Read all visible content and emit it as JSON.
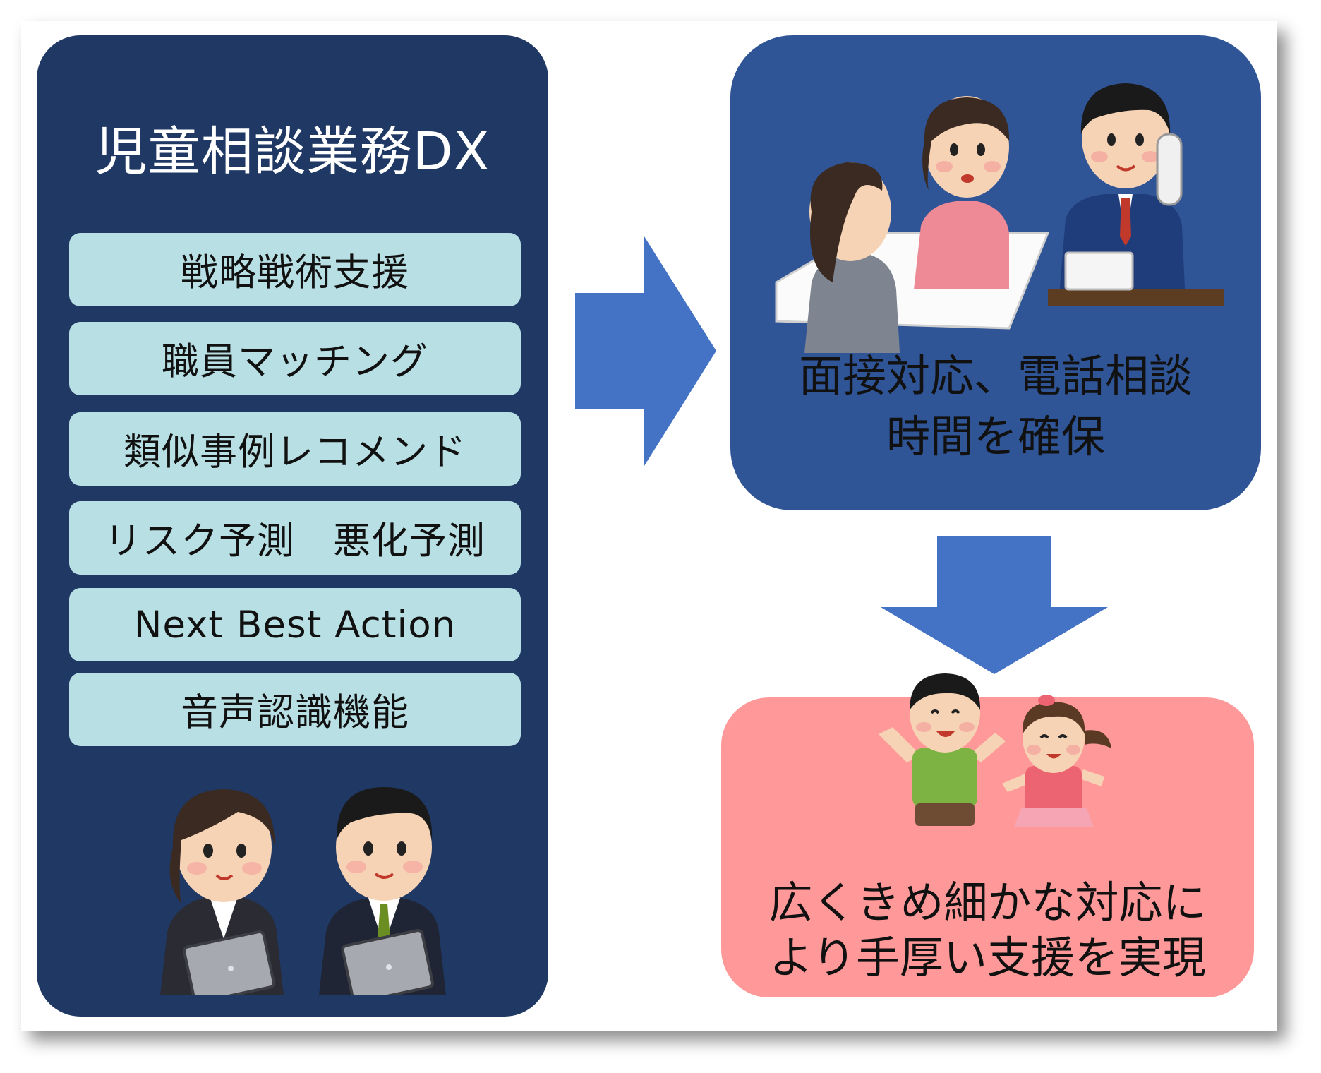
{
  "left_panel": {
    "title": "児童相談業務DX",
    "features": [
      {
        "label": "戦略戦術支援"
      },
      {
        "label": "職員マッチング"
      },
      {
        "label": "類似事例レコメンド"
      },
      {
        "label": "リスク予測　悪化予測"
      },
      {
        "label": "Next Best Action"
      },
      {
        "label": "音声認識機能"
      }
    ]
  },
  "top_right": {
    "line1": "面接対応、電話相談",
    "line2": "時間を確保"
  },
  "bottom_right": {
    "line1": "広くきめ細かな対応に",
    "line2": "より手厚い支援を実現"
  },
  "colors": {
    "left_panel": "#1f3864",
    "feature_box": "#b8dfe4",
    "arrow": "#4472c4",
    "top_right": "#2f5597",
    "bottom_right": "#ff9999"
  }
}
